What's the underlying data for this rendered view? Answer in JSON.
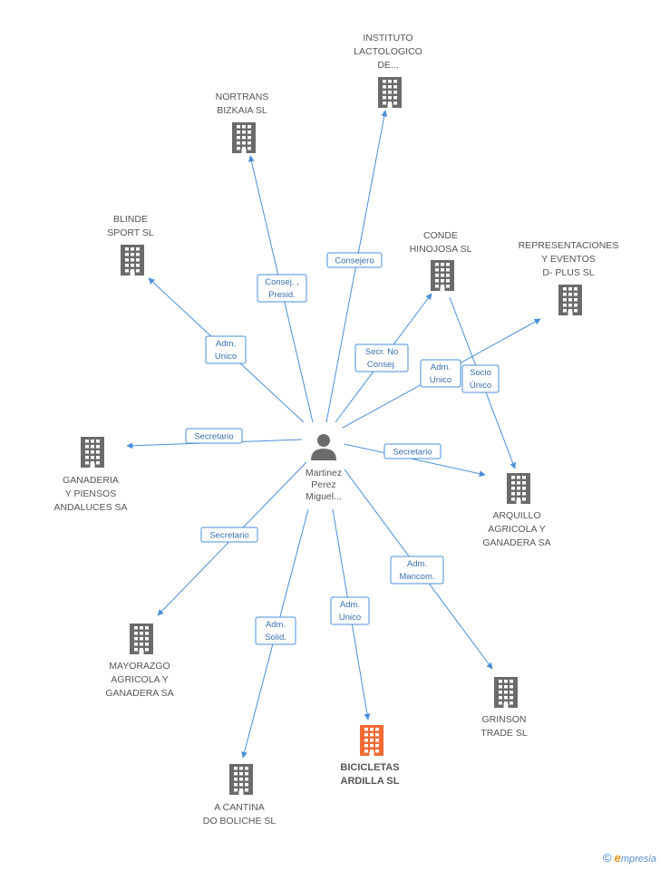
{
  "center": {
    "name_lines": [
      "Martinez",
      "Perez",
      "Miguel..."
    ],
    "icon": "person-icon"
  },
  "companies": [
    {
      "id": "instituto",
      "lines": [
        "INSTITUTO",
        "LACTOLOGICO",
        "DE..."
      ],
      "icon": "building-icon"
    },
    {
      "id": "nortrans",
      "lines": [
        "NORTRANS",
        "BIZKAIA SL"
      ],
      "icon": "building-icon"
    },
    {
      "id": "blinde",
      "lines": [
        "BLINDE",
        "SPORT SL"
      ],
      "icon": "building-icon"
    },
    {
      "id": "conde",
      "lines": [
        "CONDE",
        "HINOJOSA SL"
      ],
      "icon": "building-icon"
    },
    {
      "id": "representaciones",
      "lines": [
        "REPRESENTACIONES",
        "Y EVENTOS",
        "D- PLUS SL"
      ],
      "icon": "building-icon"
    },
    {
      "id": "ganaderia",
      "lines": [
        "GANADERIA",
        "Y PIENSOS",
        "ANDALUCES SA"
      ],
      "icon": "building-icon"
    },
    {
      "id": "arquillo",
      "lines": [
        "ARQUILLO",
        "AGRICOLA Y",
        "GANADERA SA"
      ],
      "icon": "building-icon"
    },
    {
      "id": "mayorazgo",
      "lines": [
        "MAYORAZGO",
        "AGRICOLA Y",
        "GANADERA SA"
      ],
      "icon": "building-icon"
    },
    {
      "id": "grinson",
      "lines": [
        "GRINSON",
        "TRADE SL"
      ],
      "icon": "building-icon"
    },
    {
      "id": "bicicletas",
      "lines": [
        "BICICLETAS",
        "ARDILLA SL"
      ],
      "icon": "building-icon",
      "highlight": true
    },
    {
      "id": "cantina",
      "lines": [
        "A CANTINA",
        "DO BOLICHE SL"
      ],
      "icon": "building-icon"
    }
  ],
  "relations": [
    {
      "target": "instituto",
      "lines": [
        "Consejero"
      ]
    },
    {
      "target": "nortrans",
      "lines": [
        "Consej. ,",
        "Presid."
      ]
    },
    {
      "target": "blinde",
      "lines": [
        "Adm.",
        "Unico"
      ]
    },
    {
      "target": "conde",
      "lines": [
        "Secr. No",
        "Consej."
      ]
    },
    {
      "target": "representaciones",
      "lines": [
        "Adm.",
        "Unico"
      ]
    },
    {
      "target": "arquillo",
      "via": "conde",
      "lines": [
        "Socio",
        "Único"
      ]
    },
    {
      "target": "ganaderia",
      "lines": [
        "Secretario"
      ]
    },
    {
      "target": "arquillo",
      "lines": [
        "Secretario"
      ]
    },
    {
      "target": "mayorazgo",
      "lines": [
        "Secretario"
      ]
    },
    {
      "target": "grinson",
      "lines": [
        "Adm.",
        "Mancom."
      ]
    },
    {
      "target": "bicicletas",
      "lines": [
        "Adm.",
        "Unico"
      ]
    },
    {
      "target": "cantina",
      "lines": [
        "Adm.",
        "Solid."
      ]
    }
  ],
  "colors": {
    "edge": "#4a8fd8",
    "icon": "#6b6b6b",
    "highlight": "#f26a35",
    "brand_orange": "#f08a1c"
  },
  "brand": {
    "copyright": "©",
    "initial": "e",
    "rest": "mpresia"
  }
}
